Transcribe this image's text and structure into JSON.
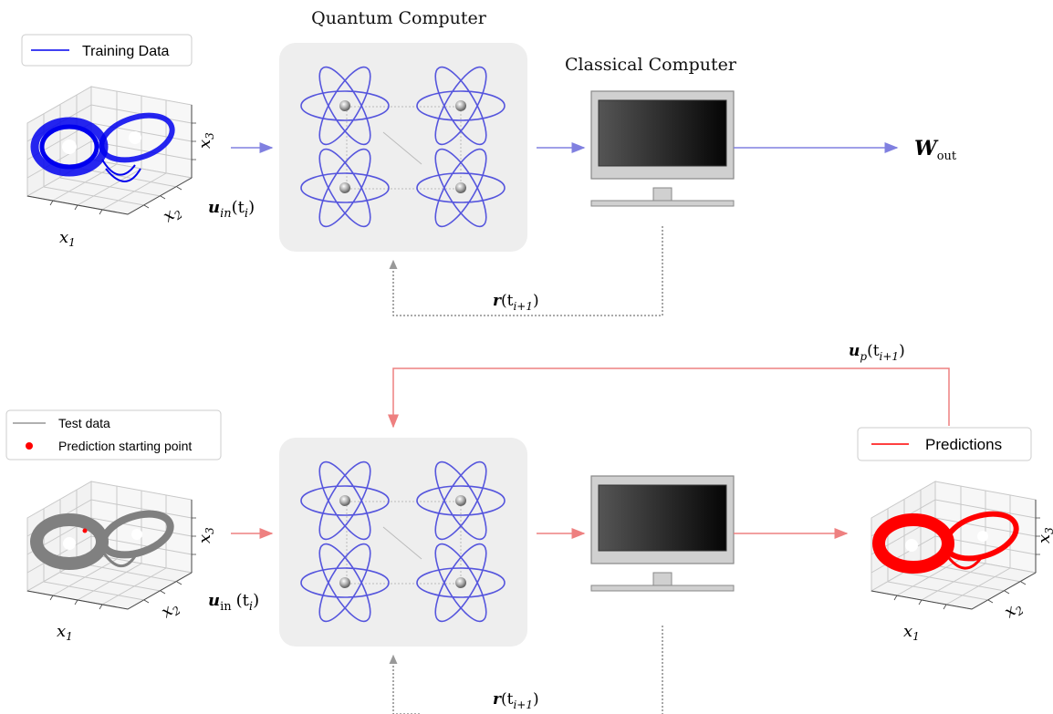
{
  "title_quantum": "Quantum Computer",
  "title_classical": "Classical Computer",
  "legend_training": "Training Data",
  "legend_test": "Test data",
  "legend_start": "Prediction starting point",
  "legend_predictions": "Predictions",
  "labels": {
    "x1": "x",
    "x1_sub": "1",
    "x2": "x",
    "x2_sub": "2",
    "x3": "x",
    "x3_sub": "3",
    "u_in_top": "u",
    "u_in_top_sub": "in",
    "u_in_top_arg": "(t",
    "u_in_top_arg_sub": "i",
    "u_in_bottom": "u",
    "u_in_bottom_sub": "in",
    "u_in_bottom_arg": "(t",
    "u_in_bottom_arg_sub": "i",
    "w_out": "W",
    "w_out_sub": "out",
    "r_top": "r",
    "r_top_arg": "(t",
    "r_top_arg_sub": "i+1",
    "r_bottom": "r",
    "r_bottom_arg": "(t",
    "r_bottom_arg_sub": "i+1",
    "u_p": "u",
    "u_p_sub": "p",
    "u_p_arg": "(t",
    "u_p_arg_sub": "i+1",
    "close_paren": ")"
  },
  "colors": {
    "training": "#0000ee",
    "test": "#808080",
    "prediction": "#ff0000",
    "arrow_top": "#8080e0",
    "arrow_bottom": "#ee8080",
    "dotted": "#777777",
    "atom": "#5555dd",
    "panel": "#eeeeee"
  }
}
